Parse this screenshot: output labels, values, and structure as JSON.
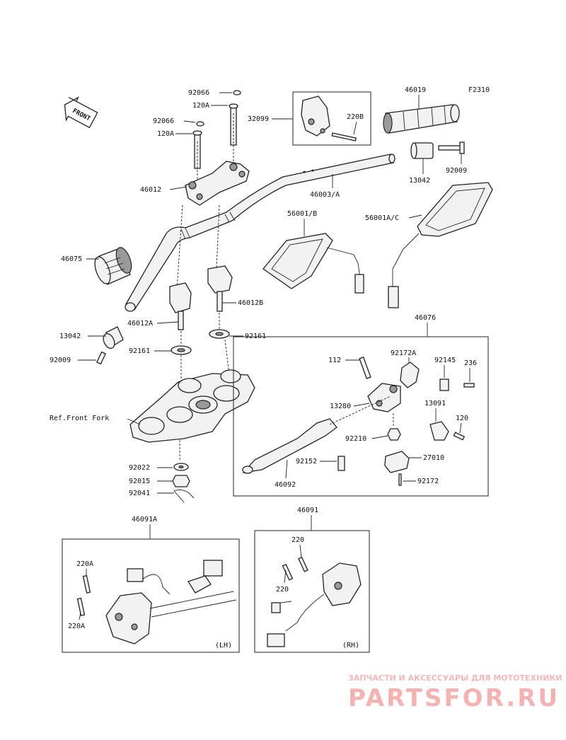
{
  "figure_code": "F2310",
  "front_arrow_text": "FRONT",
  "ref_text": "Ref.Front Fork",
  "labels": {
    "p92066a": "92066",
    "p120a_a": "120A",
    "p92066b": "92066",
    "p120a_b": "120A",
    "p32099": "32099",
    "p220b": "220B",
    "p46019": "46019",
    "p46012": "46012",
    "p46003": "46003/A",
    "p13042a": "13042",
    "p92009a": "92009",
    "p56001b": "56001/B",
    "p56001ac": "56001A/C",
    "p46075": "46075",
    "p46012b": "46012B",
    "p46012a": "46012A",
    "p13042b": "13042",
    "p92161a": "92161",
    "p92161b": "92161",
    "p92009b": "92009",
    "p46076": "46076",
    "p112": "112",
    "p92172a": "92172A",
    "p92145": "92145",
    "p236": "236",
    "p13280": "13280",
    "p13091": "13091",
    "p120": "120",
    "p92210": "92210",
    "p92152": "92152",
    "p27010": "27010",
    "p46092": "46092",
    "p92172": "92172",
    "p92022": "92022",
    "p92015": "92015",
    "p92041": "92041",
    "p46091a": "46091A",
    "p46091": "46091",
    "p220": "220",
    "p220_2": "220",
    "p220a_1": "220A",
    "p220a_2": "220A"
  },
  "sides": {
    "lh": "(LH)",
    "rh": "(RH)"
  },
  "watermark": {
    "small": "ЗАПЧАСТИ И АКСЕССУАРЫ ДЛЯ МОТОТЕХНИКИ",
    "big": "PARTSFOR.RU"
  }
}
